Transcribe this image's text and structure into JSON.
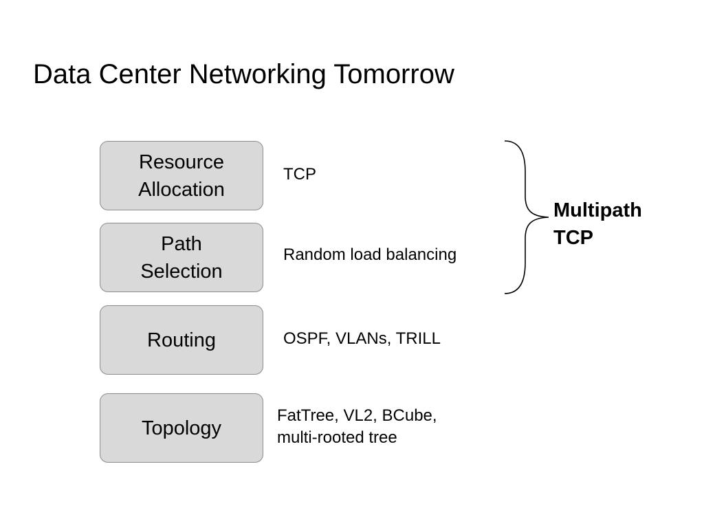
{
  "title": "Data Center Networking Tomorrow",
  "layers": [
    {
      "label": "Resource\nAllocation",
      "technology": "TCP"
    },
    {
      "label": "Path\nSelection",
      "technology": "Random load balancing"
    },
    {
      "label": "Routing",
      "technology": "OSPF, VLANs, TRILL"
    },
    {
      "label": "Topology",
      "technology": "FatTree, VL2, BCube,\nmulti-rooted tree"
    }
  ],
  "grouping": {
    "label": "Multipath\nTCP"
  },
  "colors": {
    "box_fill": "#d9d9d9",
    "box_border": "#8c8c8c",
    "text": "#000000",
    "background": "#ffffff"
  }
}
